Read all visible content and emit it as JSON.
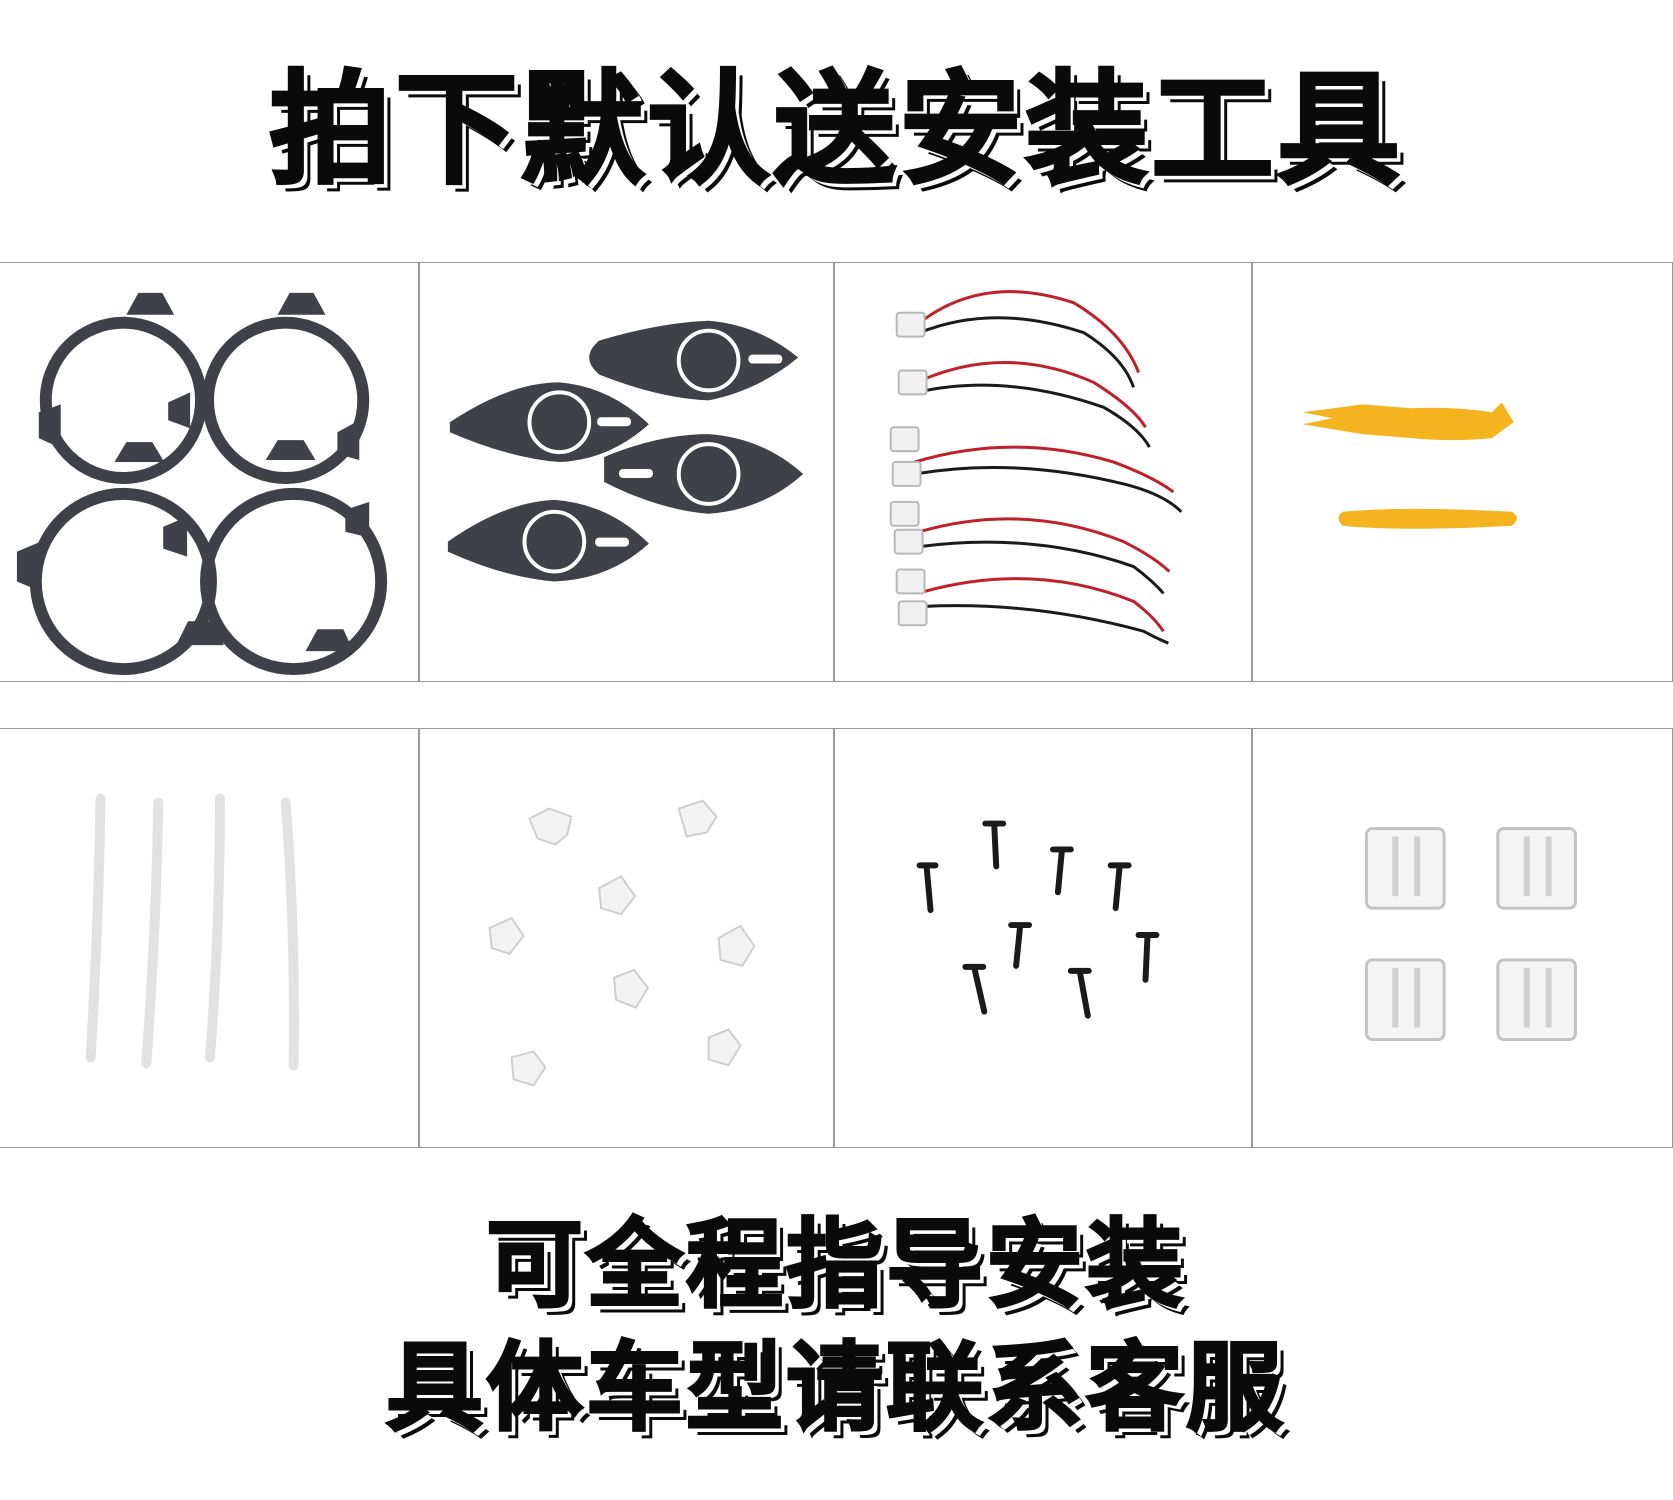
{
  "header": {
    "title": "拍下默认送安装工具"
  },
  "footer": {
    "line1": "可全程指导安装",
    "line2": "具体车型请联系客服"
  },
  "products": [
    {
      "icon": "speaker-ring-adapters-icon"
    },
    {
      "icon": "speaker-mounting-gaskets-icon"
    },
    {
      "icon": "speaker-wire-harness-icon"
    },
    {
      "icon": "trim-removal-tools-icon"
    },
    {
      "icon": "foam-strips-icon"
    },
    {
      "icon": "plastic-clips-icon"
    },
    {
      "icon": "screws-icon"
    },
    {
      "icon": "wire-connectors-icon"
    }
  ],
  "colors": {
    "ring": "#3f4148",
    "tool": "#f4b41f",
    "wire_red": "#c0202a",
    "wire_black": "#1a1a1a"
  }
}
